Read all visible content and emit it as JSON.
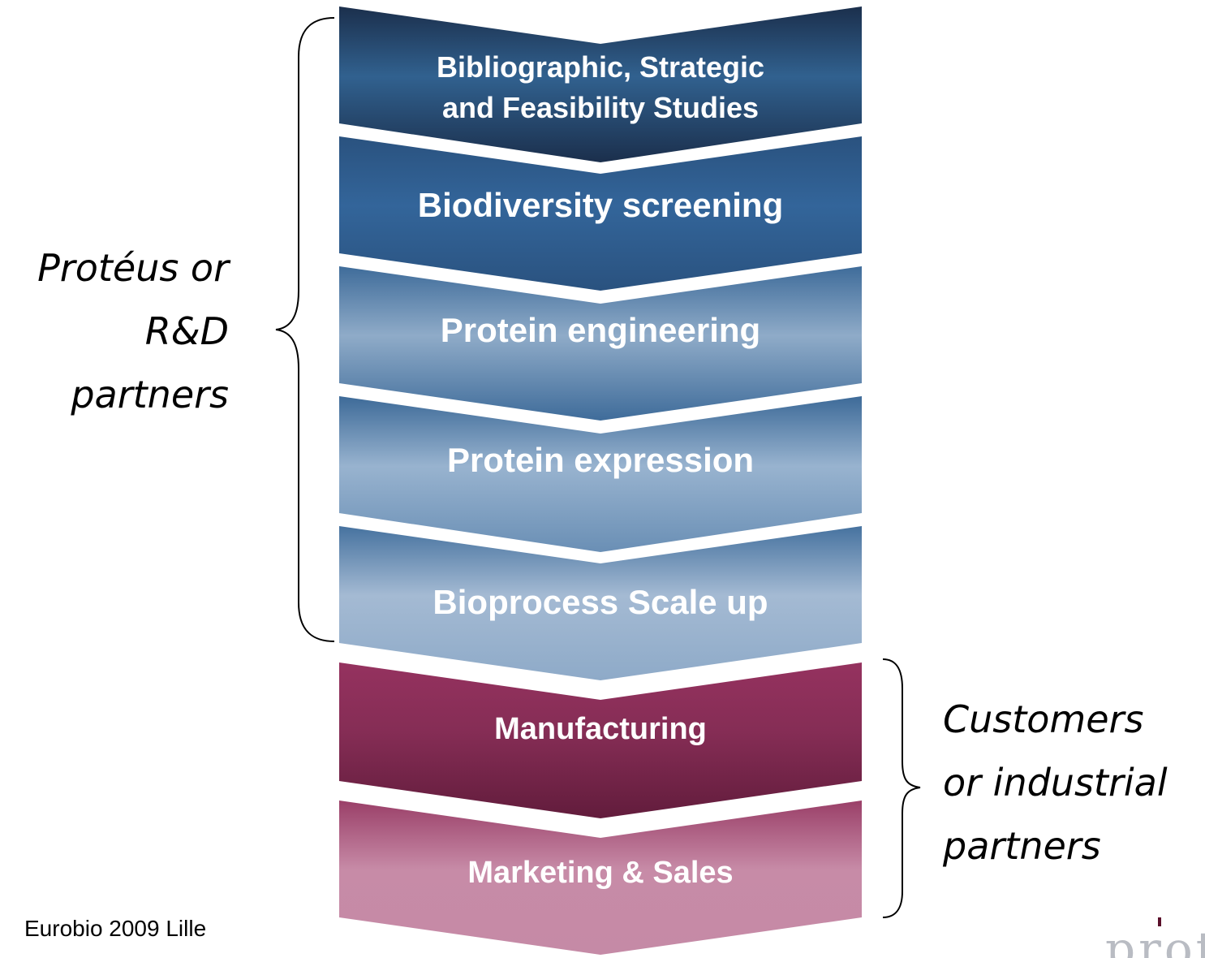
{
  "steps": [
    {
      "lines": [
        "Bibliographic, Strategic",
        "and Feasibility Studies"
      ],
      "color_top": "#1b2f4c",
      "color_mid": "#31618f",
      "color_bottom": "#1b2f4c"
    },
    {
      "lines": [
        "Biodiversity screening"
      ],
      "color_top": "#2a527f",
      "color_mid": "#33659a",
      "color_bottom": "#2a527f"
    },
    {
      "lines": [
        "Protein engineering"
      ],
      "color_top": "#3f6c9a",
      "color_mid": "#8fabc8",
      "color_bottom": "#3f6c9a"
    },
    {
      "lines": [
        "Protein expression"
      ],
      "color_top": "#3d6a98",
      "color_mid": "#98b3cf",
      "color_bottom": "#6a8fb5"
    },
    {
      "lines": [
        "Bioprocess Scale up"
      ],
      "color_top": "#46729f",
      "color_mid": "#a4bad3",
      "color_bottom": "#8eaac8"
    },
    {
      "lines": [
        "Manufacturing"
      ],
      "color_top": "#95325f",
      "color_mid": "#852d55",
      "color_bottom": "#621c3c"
    },
    {
      "lines": [
        "Marketing & Sales"
      ],
      "color_top": "#9a3f68",
      "color_mid": "#c78ba7",
      "color_bottom": "#c58aa6"
    }
  ],
  "groups": {
    "left_lines": [
      "Protéus or",
      "R&D",
      "partners"
    ],
    "right_lines": [
      "Customers",
      "or industrial",
      "partners"
    ]
  },
  "footer": "Eurobio 2009 Lille",
  "logo_text": "proteus"
}
